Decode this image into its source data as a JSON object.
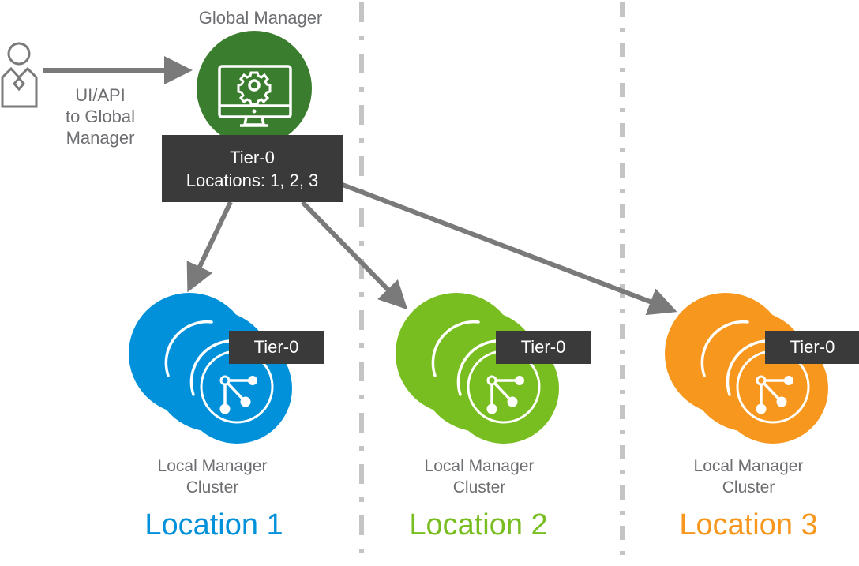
{
  "colors": {
    "global_manager": "#3b7d2e",
    "location_1": "#0091da",
    "location_2": "#78be20",
    "location_3": "#f7971e",
    "label_box": "#3a3a3a",
    "arrow": "#7a7a7a",
    "divider": "#c4c4c4",
    "text_gray": "#6d6e71"
  },
  "global_manager": {
    "title": "Global Manager",
    "icon": "monitor-gear-icon",
    "box_line1": "Tier-0",
    "box_line2": "Locations: 1, 2, 3"
  },
  "user": {
    "icon": "user-icon",
    "label_line1": "UI/API",
    "label_line2": "to Global",
    "label_line3": "Manager"
  },
  "locations": [
    {
      "name": "Location 1",
      "cluster_label_line1": "Local Manager",
      "cluster_label_line2": "Cluster",
      "tier_label": "Tier-0",
      "color": "#0091da",
      "icon": "network-icon"
    },
    {
      "name": "Location 2",
      "cluster_label_line1": "Local Manager",
      "cluster_label_line2": "Cluster",
      "tier_label": "Tier-0",
      "color": "#78be20",
      "icon": "network-icon"
    },
    {
      "name": "Location 3",
      "cluster_label_line1": "Local Manager",
      "cluster_label_line2": "Cluster",
      "tier_label": "Tier-0",
      "color": "#f7971e",
      "icon": "network-icon"
    }
  ]
}
